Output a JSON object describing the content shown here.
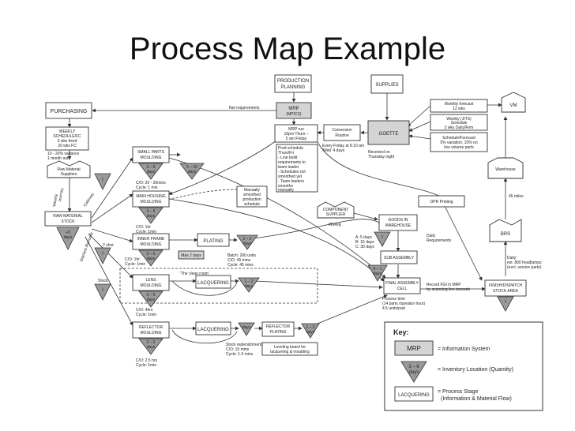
{
  "title": "Process Map Example",
  "nodes": {
    "production_planning": [
      "PRODUCTION",
      "PLANNING"
    ],
    "supplies": "SUPPLIES",
    "purchasing": "PURCHASING",
    "net_requirements": "Net requirements",
    "mrp_system": [
      "MRP",
      "(MPICS)"
    ],
    "mrp_run": [
      "MRP run",
      "10pm Thurs –",
      "5 am Friday"
    ],
    "conversion_routine": [
      "Conversion",
      "Routine"
    ],
    "goette": "GOETTE",
    "monthly_forecast": [
      "Monthly forecast",
      "12 wks"
    ],
    "vm": "VM",
    "weekly_jits": [
      "Weekly (JITS)",
      "Schedule",
      "3 wks Daily/Firm"
    ],
    "schedule_forecast": [
      "Schedule/Forecast",
      "5% variation, 15% on",
      "low volume parts"
    ],
    "weekly_schedule": [
      "WEEKLY",
      "SCHEDULE/FC",
      "3 wks fixed",
      "20 wks FC"
    ],
    "variance_note": [
      "10 - 20% variance",
      "1 month out"
    ],
    "raw_material_suppliers": [
      "Raw Material",
      "Suppliers"
    ],
    "weekly_journey": [
      "Weekly",
      "Journey"
    ],
    "raw_material_stock": [
      "RAW MATERIAL",
      "STOCK"
    ],
    "small_parts_moulding": [
      "SMALL PARTS",
      "MOULDING"
    ],
    "small_parts_co": [
      "C/O: 20 - 30mins",
      "Cycle: 1 min"
    ],
    "main_housing_moulding": [
      "MAIN HOUSING",
      "MOULDING"
    ],
    "main_housing_co": [
      "C/O: 1hr",
      "Cycle: 1min"
    ],
    "inner_frame_moulding": [
      "INNER FRAME",
      "MOULDING"
    ],
    "inner_frame_co": [
      "C/O: 1hr",
      "Cycle: 1min"
    ],
    "lens_moulding": [
      "LENS",
      "MOULDING"
    ],
    "lens_co": [
      "C/O: 4hrs",
      "Cycle: 1min"
    ],
    "reflector_moulding": [
      "REFLECTOR",
      "MOULDING"
    ],
    "reflector_co": [
      "C/O: 2.5 hrs",
      "Cycle: 1min"
    ],
    "plating": "PLATING",
    "plating_batch": [
      "Batch: 200 units",
      "C/O: 45 mins",
      "Cycle: 45 mins"
    ],
    "max_2_days": "Max 2 days",
    "clean_room": "'The clean room'",
    "lacquering_1": "LACQUERING",
    "lacquering_2": "LACQUERING",
    "reflector_plating": [
      "REFLECTOR",
      "PLATING"
    ],
    "stock_replenishment": [
      "Stock replenishment",
      "C/O: 15 mins",
      "Cycle: 1.5 mins"
    ],
    "leveling_board": [
      "Leveling board for",
      "lacquering & moulding"
    ],
    "prod_schedule": [
      "Prod schedule",
      "Thurs/Fri",
      "- Line build",
      "requirements to",
      "team leader",
      "- Schedules not",
      "smoothed yet",
      "- Team leaders",
      "smooths",
      "manually"
    ],
    "manually_smoothed": [
      "Manually",
      "smoothed",
      "production",
      "schedule"
    ],
    "every_friday": [
      "Every Friday at 8.10 am",
      "'Web' 4 days"
    ],
    "received_thursday": [
      "Received on",
      "Thursday night"
    ],
    "component_supplier": [
      "COMPONENT",
      "SUPPLIER"
    ],
    "weekly_label": "Weekly",
    "opr_printing": "OPR Printing",
    "goods_in_warehouse": [
      "GOODS IN",
      "WAREHOUSE"
    ],
    "abc_days": [
      "A: 5 days",
      "B: 15 days",
      "C: 30 days"
    ],
    "daily_requirements": [
      "Daily",
      "Requirements"
    ],
    "sub_assembly": "SUB ASSEMBLY",
    "final_assembly_cell": [
      "FINAL ASSEMBLY",
      "CELL"
    ],
    "record_fgi": [
      "Record FGI in MRP",
      "by scanning line barcode"
    ],
    "process_time": [
      "Process time",
      "(14 parts /operator hour)",
      "4.5 units/part"
    ],
    "finish_dispatch": [
      "FINISH/DISPATCH",
      "STOCK AREA"
    ],
    "warehouse": "Warehouse",
    "miles_45": "45 miles",
    "brs": "BRS",
    "daily_headlamps": [
      "Daily:",
      "est. 800 headlamps",
      "(excl. service parts)"
    ],
    "two_shot": "2 shot",
    "side_labels": [
      "Cabinets",
      "Stacked Manually"
    ],
    "stock_labels": [
      "Stock"
    ]
  },
  "inventory": {
    "raw": [
      "+5",
      "days"
    ],
    "small_parts": [
      "3 – 6",
      "days"
    ],
    "small_parts_out": [
      "5 – 10",
      "days"
    ],
    "main_housing": [
      "3 – 6",
      "days"
    ],
    "inner_frame": [
      "3 – 6",
      "days"
    ],
    "plating_out": [
      "1 – 2",
      "days"
    ],
    "lens": [
      "3 – 6",
      "days"
    ],
    "lacquering_out": [
      "1 – 2",
      "days"
    ],
    "reflector": [
      "3 – 6",
      "days"
    ],
    "reflector_mid": "days",
    "reflector_out": [
      "1 – 2",
      "days"
    ],
    "sub_assembly_out": [
      "0 – 1",
      "days"
    ],
    "generic": "I"
  },
  "key": {
    "title": "Key:",
    "items": [
      {
        "symbol": "MRP",
        "label": "= Information System"
      },
      {
        "symbol": [
          "3 – 6",
          "days"
        ],
        "label": "= Inventory Location (Quantity)"
      },
      {
        "symbol": "LACQUERING",
        "label": "= Process Stage",
        "sub": "(Information & Material Flow)"
      }
    ]
  },
  "colors": {
    "inventory_fill": "#9a9a9a",
    "system_fill": "#d4d4d4",
    "stroke": "#333333"
  }
}
